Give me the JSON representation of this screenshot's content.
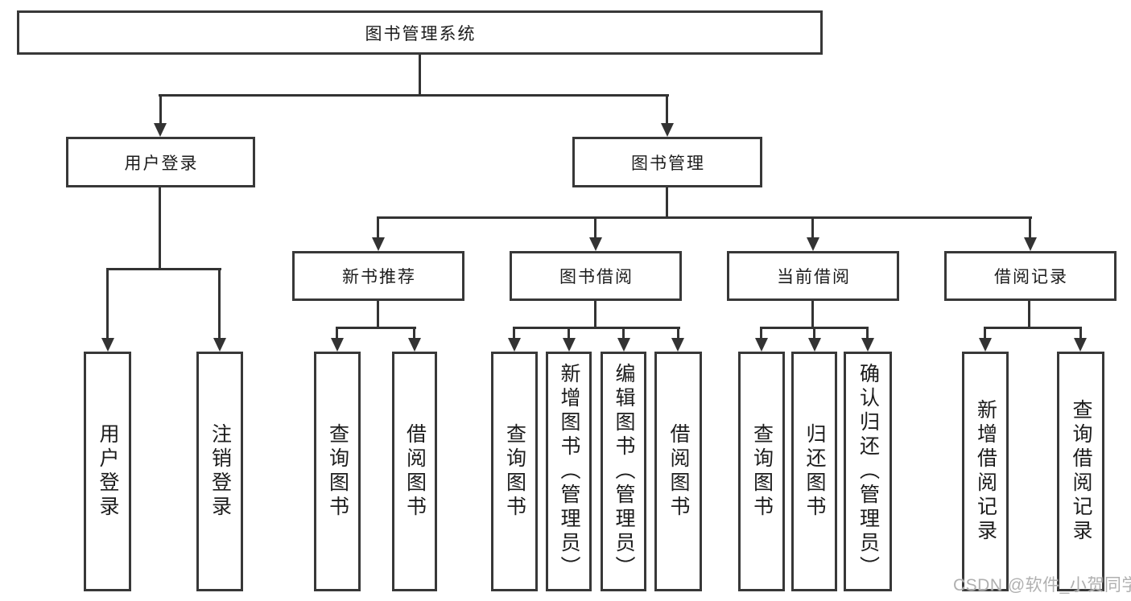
{
  "tree": {
    "root": {
      "label": "图书管理系统"
    },
    "modules": [
      {
        "label": "用户登录",
        "children": [
          {
            "label": "用户登录"
          },
          {
            "label": "注销登录"
          }
        ]
      },
      {
        "label": "图书管理",
        "children": [
          {
            "label": "新书推荐",
            "children": [
              {
                "label": "查询图书"
              },
              {
                "label": "借阅图书"
              }
            ]
          },
          {
            "label": "图书借阅",
            "children": [
              {
                "label": "查询图书"
              },
              {
                "label": "新增图书（管理员）"
              },
              {
                "label": "编辑图书（管理员）"
              },
              {
                "label": "借阅图书"
              }
            ]
          },
          {
            "label": "当前借阅",
            "children": [
              {
                "label": "查询图书"
              },
              {
                "label": "归还图书"
              },
              {
                "label": "确认归还（管理员）"
              }
            ]
          },
          {
            "label": "借阅记录",
            "children": [
              {
                "label": "新增借阅记录"
              },
              {
                "label": "查询借阅记录"
              }
            ]
          }
        ]
      }
    ]
  },
  "watermark": {
    "text": "CSDN @软件_小贺同学"
  },
  "colors": {
    "line": "#333333",
    "box_border": "#383838",
    "text": "#1c1c1c",
    "watermark": "#b0b0b0",
    "background": "#ffffff"
  }
}
